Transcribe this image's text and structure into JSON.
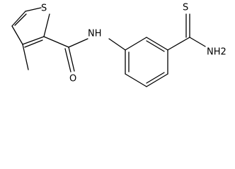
{
  "structure": {
    "atoms": {
      "thiophene_s": "S",
      "carbonyl_o": "O",
      "amide_n": "NH",
      "thioamide_s": "S",
      "thioamide_n": "NH2"
    }
  }
}
